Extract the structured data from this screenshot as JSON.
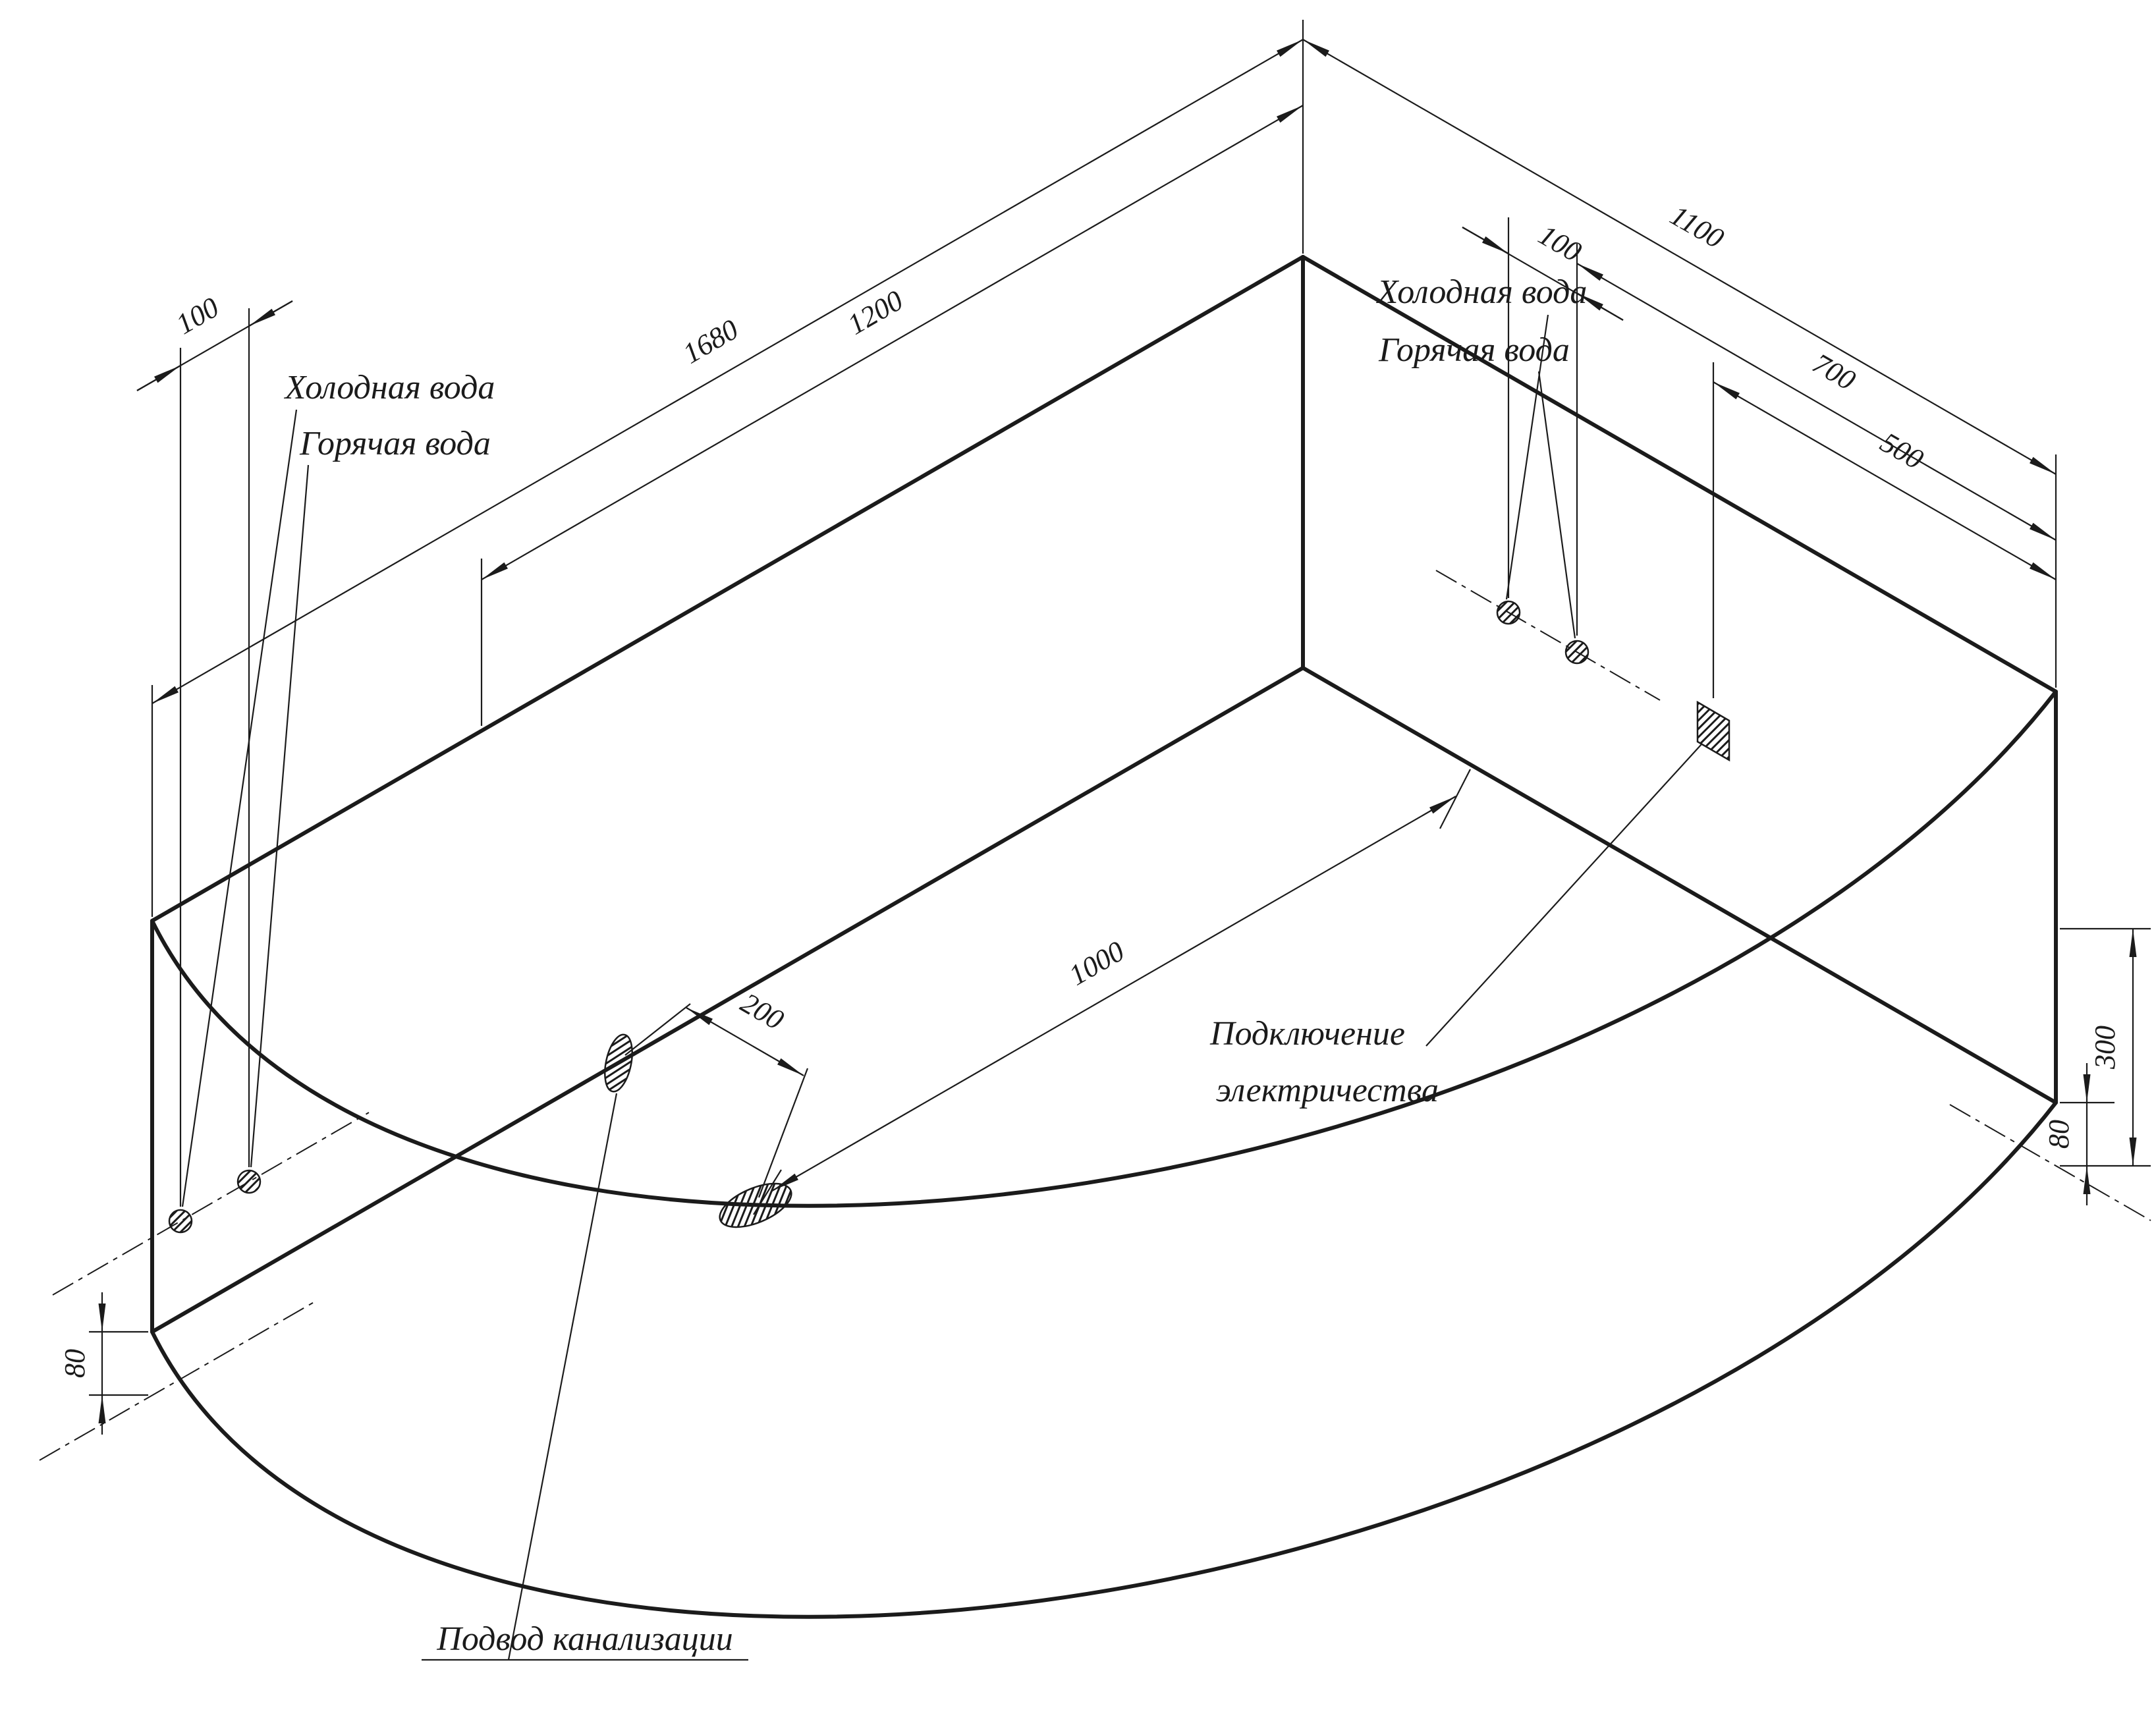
{
  "drawing": {
    "labels": {
      "cold_water": "Холодная вода",
      "hot_water": "Горячая вода",
      "electrical_line1": "Подключение",
      "electrical_line2": "электричества",
      "sewage": "Подвод канализации"
    },
    "dimensions": {
      "length_outer": "1680",
      "length_inner": "1200",
      "width_outer": "1100",
      "width_inner": "700",
      "electrical_offset": "500",
      "water_spacing_left": "100",
      "water_spacing_right": "100",
      "drain_offset_front": "200",
      "drain_offset_side": "1000",
      "floor_gap_left": "80",
      "floor_gap_right": "80",
      "connection_height": "300"
    },
    "colors": {
      "line": "#1b1b1b",
      "background": "#ffffff"
    }
  }
}
